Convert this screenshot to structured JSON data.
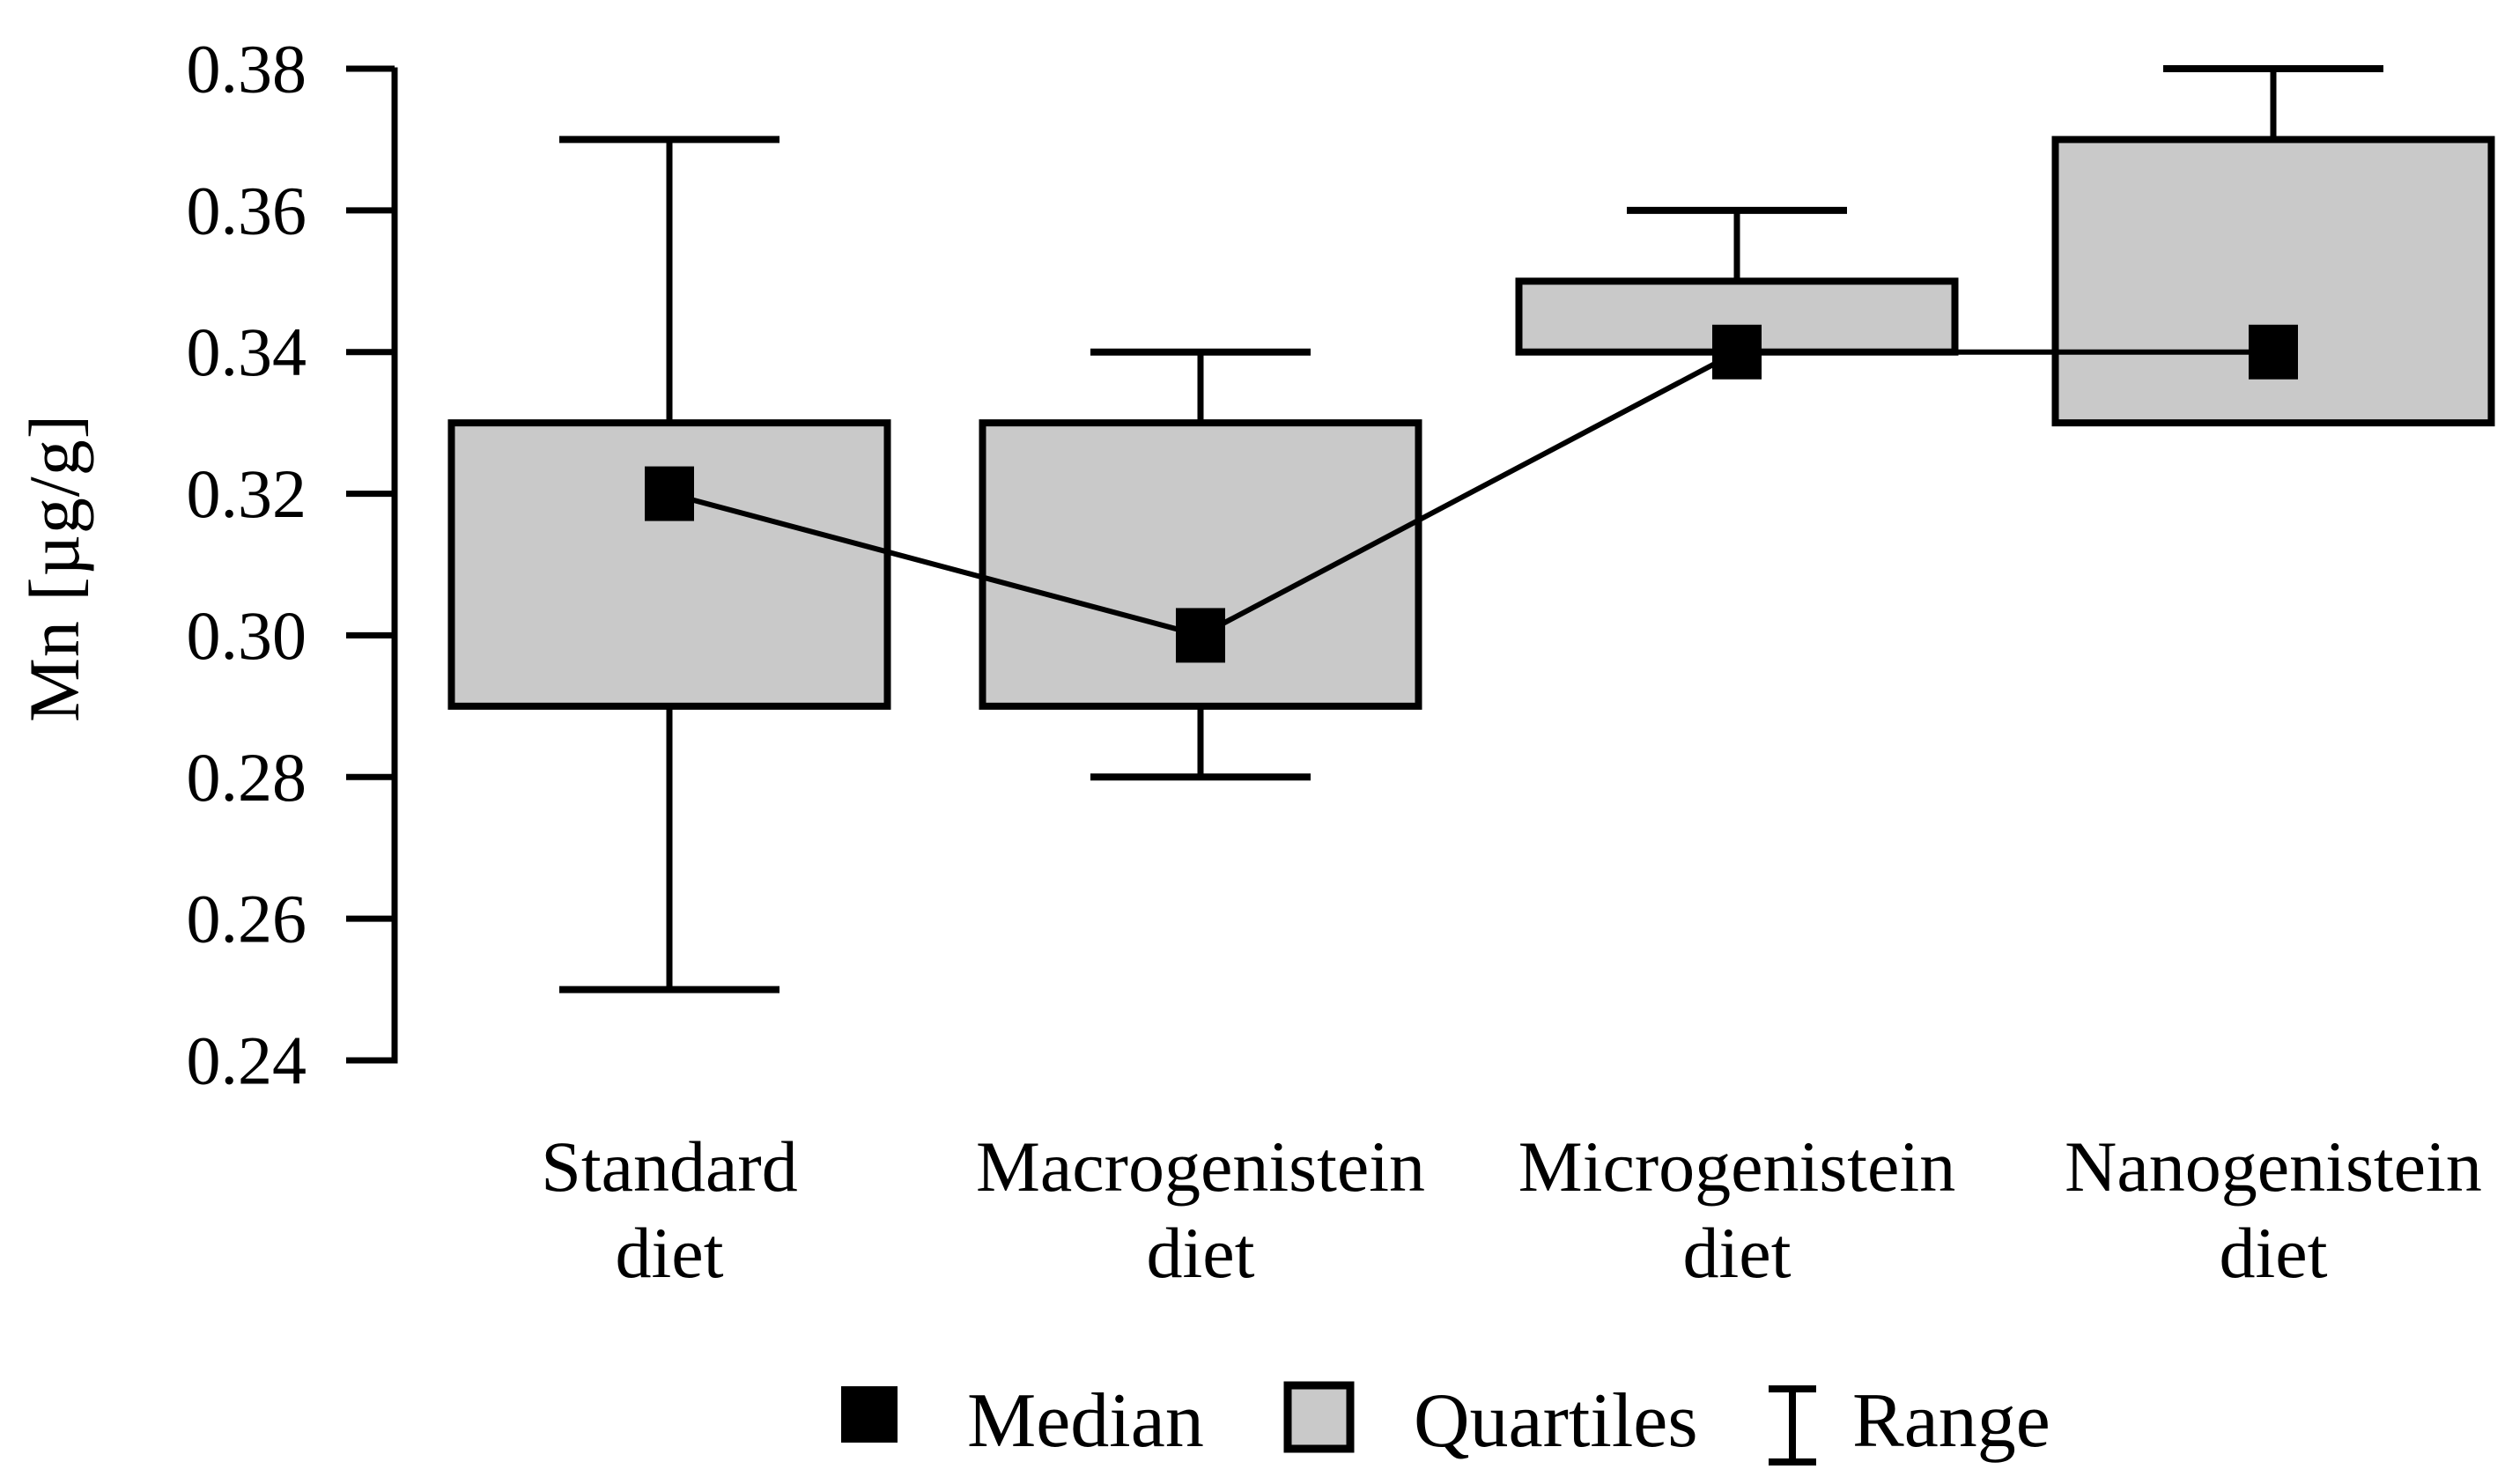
{
  "figure": {
    "background": "#ffffff",
    "ink_color": "#000000",
    "box_fill_color": "#c9c9c9"
  },
  "chart_data": {
    "type": "boxplot",
    "title": "",
    "xlabel": "",
    "ylabel": "Mn [µg/g]",
    "ylim": [
      0.24,
      0.38
    ],
    "yticks": [
      0.38,
      0.36,
      0.34,
      0.32,
      0.3,
      0.28,
      0.26,
      0.24
    ],
    "ytick_labels": [
      "0.38",
      "0.36",
      "0.34",
      "0.32",
      "0.30",
      "0.28",
      "0.26",
      "0.24"
    ],
    "grid": false,
    "legend_position": "bottom-center",
    "categories": [
      "Standard diet",
      "Macrogenistein diet",
      "Microgenistein diet",
      "Nanogenistein diet"
    ],
    "category_label_lines": [
      [
        "Standard",
        "diet"
      ],
      [
        "Macrogenistein",
        "diet"
      ],
      [
        "Microgenistein",
        "diet"
      ],
      [
        "Nanogenistein",
        "diet"
      ]
    ],
    "series": [
      {
        "name": "Standard diet",
        "median": 0.32,
        "q1": 0.29,
        "q3": 0.33,
        "whisker_low": 0.25,
        "whisker_high": 0.37
      },
      {
        "name": "Macrogenistein diet",
        "median": 0.3,
        "q1": 0.29,
        "q3": 0.33,
        "whisker_low": 0.28,
        "whisker_high": 0.34
      },
      {
        "name": "Microgenistein diet",
        "median": 0.34,
        "q1": 0.34,
        "q3": 0.35,
        "whisker_low": null,
        "whisker_high": 0.36
      },
      {
        "name": "Nanogenistein diet",
        "median": 0.34,
        "q1": 0.33,
        "q3": 0.37,
        "whisker_low": null,
        "whisker_high": 0.38
      }
    ],
    "median_connector_line": true,
    "legend": [
      {
        "symbol": "median-square",
        "label": "Median"
      },
      {
        "symbol": "quartiles-box",
        "label": "Quartiles"
      },
      {
        "symbol": "range-ibeam",
        "label": "Range"
      }
    ]
  }
}
